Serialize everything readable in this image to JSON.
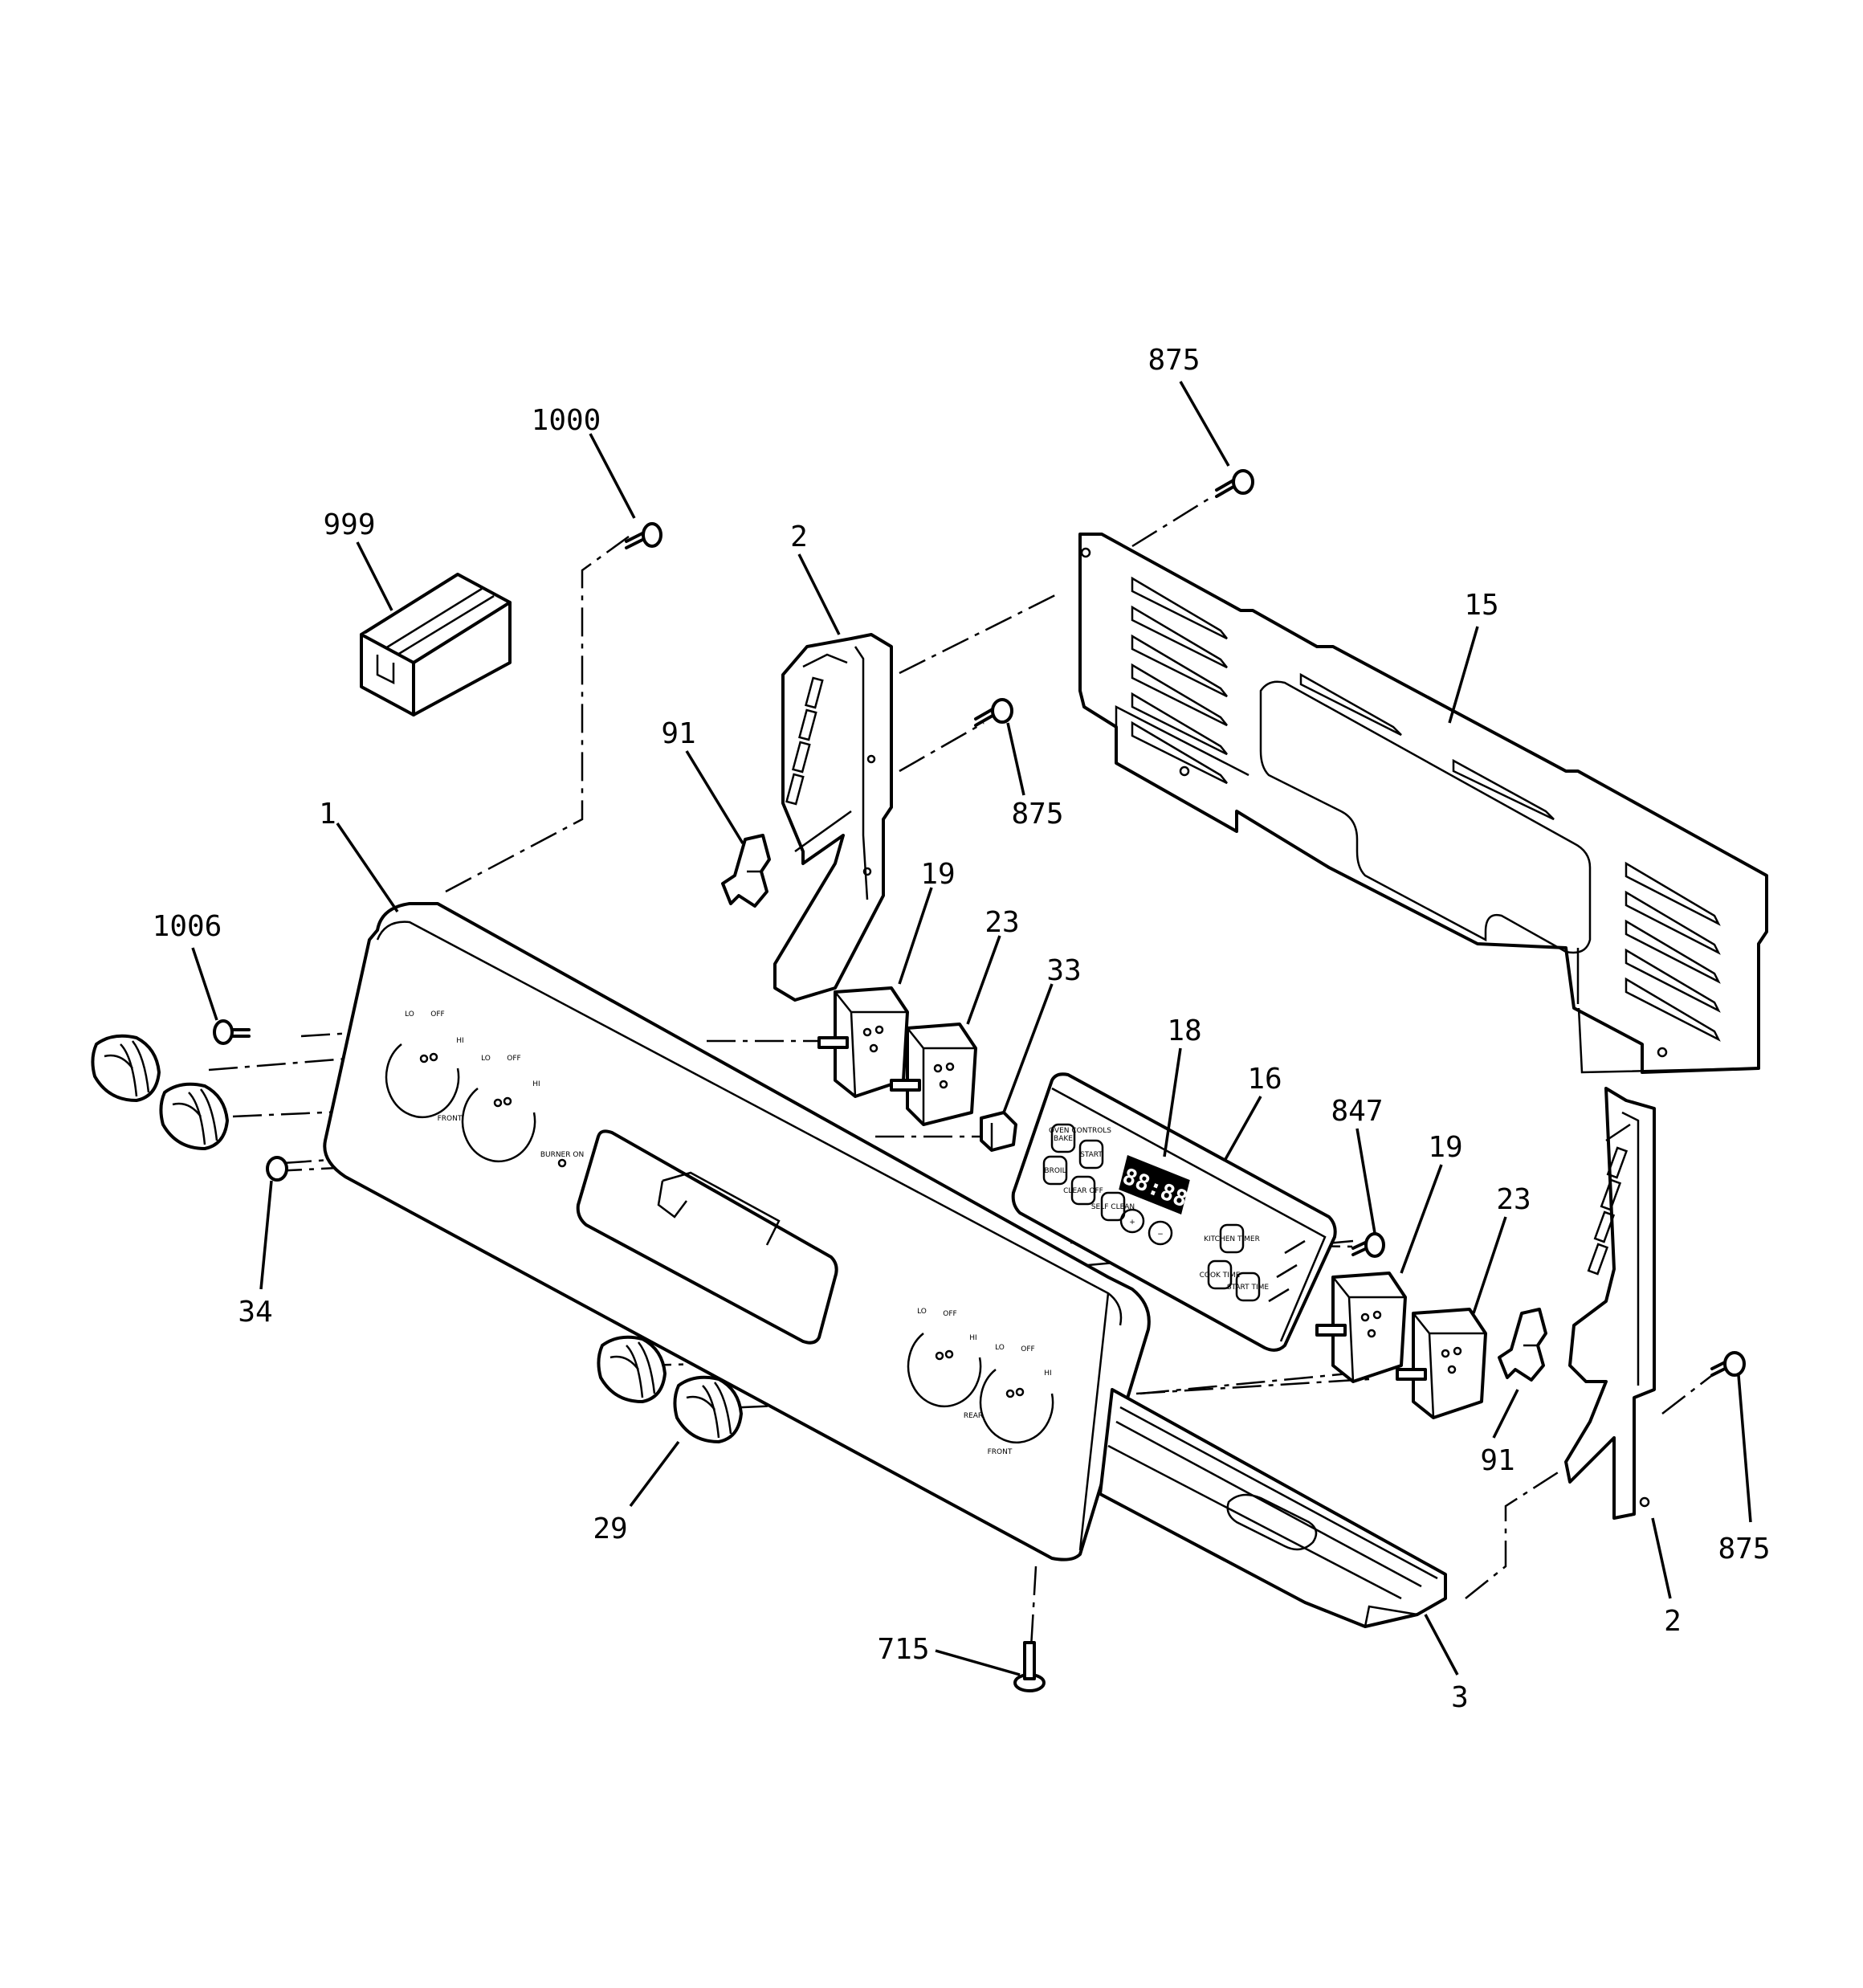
{
  "diagram": {
    "title": "",
    "callouts": [
      {
        "id": "c-875-top",
        "label": "875"
      },
      {
        "id": "c-1000",
        "label": "1000"
      },
      {
        "id": "c-999",
        "label": "999"
      },
      {
        "id": "c-2-left",
        "label": "2"
      },
      {
        "id": "c-15",
        "label": "15"
      },
      {
        "id": "c-91-left",
        "label": "91"
      },
      {
        "id": "c-875-mid",
        "label": "875"
      },
      {
        "id": "c-1",
        "label": "1"
      },
      {
        "id": "c-19-left",
        "label": "19"
      },
      {
        "id": "c-1006",
        "label": "1006"
      },
      {
        "id": "c-23-left",
        "label": "23"
      },
      {
        "id": "c-33",
        "label": "33"
      },
      {
        "id": "c-18",
        "label": "18"
      },
      {
        "id": "c-16",
        "label": "16"
      },
      {
        "id": "c-847",
        "label": "847"
      },
      {
        "id": "c-19-right",
        "label": "19"
      },
      {
        "id": "c-23-right",
        "label": "23"
      },
      {
        "id": "c-34",
        "label": "34"
      },
      {
        "id": "c-91-right",
        "label": "91"
      },
      {
        "id": "c-875-right",
        "label": "875"
      },
      {
        "id": "c-29",
        "label": "29"
      },
      {
        "id": "c-2-right",
        "label": "2"
      },
      {
        "id": "c-715",
        "label": "715"
      },
      {
        "id": "c-3",
        "label": "3"
      }
    ],
    "panel_markings": {
      "lo": "LO",
      "off": "OFF",
      "hi": "HI",
      "front": "FRONT",
      "rear": "REAR",
      "burner_on": "BURNER ON",
      "oven_controls": "OVEN CONTROLS",
      "bake": "BAKE",
      "broil": "BROIL",
      "start": "START",
      "clear_off": "CLEAR OFF",
      "self_clean": "SELF CLEAN",
      "kitchen_timer": "KITCHEN TIMER",
      "cook_time": "COOK TIME",
      "start_time": "START TIME",
      "plus": "+",
      "minus": "−",
      "display": "88:88"
    }
  }
}
